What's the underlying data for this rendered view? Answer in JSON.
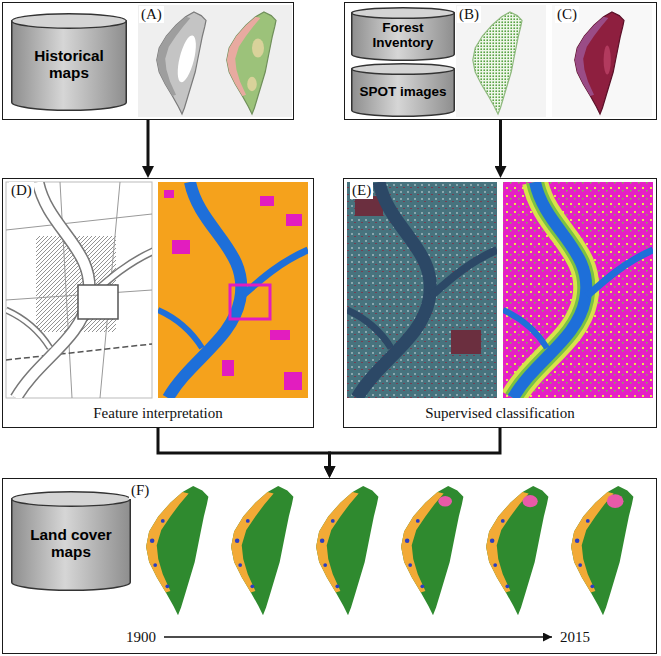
{
  "diagram": {
    "nodes": [
      {
        "text": [
          "(A)"
        ]
      },
      {
        "text": [
          "Historical maps"
        ],
        "in": 0
      },
      {
        "text": [
          "(B)",
          "(C)"
        ]
      },
      {
        "text": [
          "Forest Inventory"
        ],
        "in": 2
      },
      {
        "text": [
          "SPOT images"
        ],
        "in": 2
      },
      {
        "text": [
          "(D)",
          "Feature interpretation"
        ]
      },
      {
        "text": [
          "(E)",
          "Supervised classification"
        ]
      },
      {
        "text": [
          "(F)"
        ]
      },
      {
        "text": [
          "Land cover maps"
        ],
        "in": 7
      }
    ],
    "edges": [
      {
        "from": 0,
        "to": 5,
        "arrow": "to"
      },
      {
        "from": 2,
        "to": 6,
        "arrow": "to"
      },
      {
        "from": 5,
        "to": 7,
        "arrow": "to"
      },
      {
        "from": 6,
        "to": 7,
        "arrow": "to"
      }
    ],
    "labels": [
      "1900",
      "2015"
    ]
  }
}
